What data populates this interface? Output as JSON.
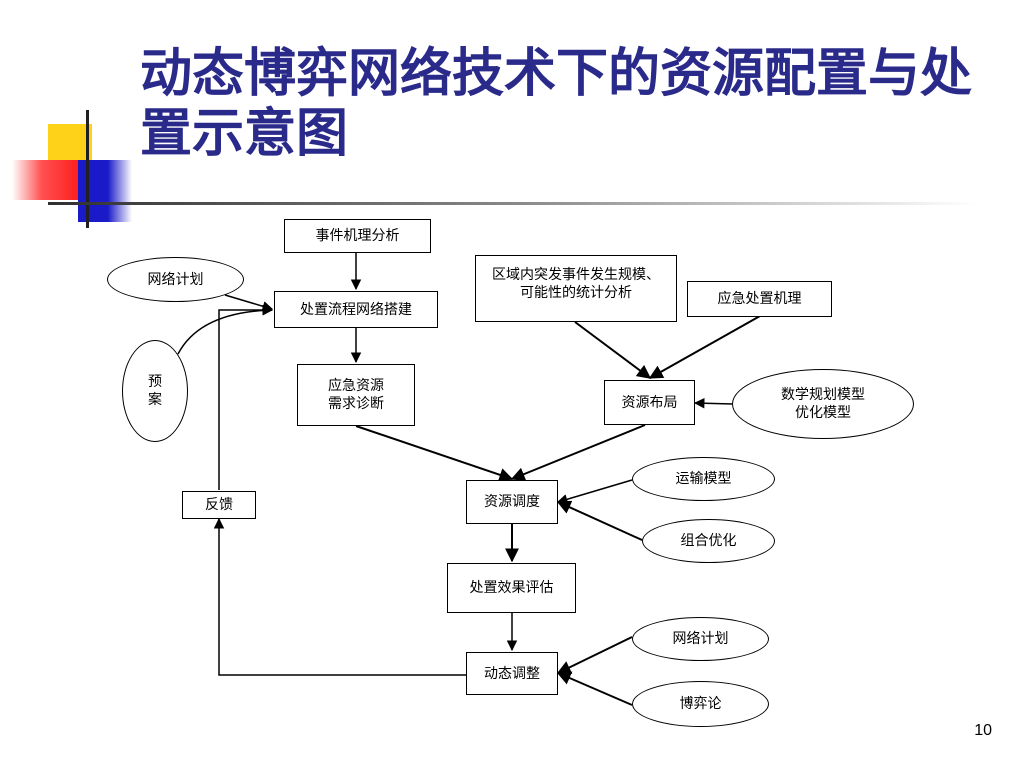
{
  "slide": {
    "title": "动态博弈网络技术下的资源配置与处置示意图",
    "page_number": "10"
  },
  "diagram": {
    "boxes": {
      "event_analysis": "事件机理分析",
      "process_network": "处置流程网络搭建",
      "emergency_resource_diagnosis": "应急资源\n需求诊断",
      "regional_statistics": "区域内突发事件发生规模、\n可能性的统计分析",
      "emergency_mechanism": "应急处置机理",
      "resource_layout": "资源布局",
      "resource_dispatch": "资源调度",
      "effect_evaluation": "处置效果评估",
      "dynamic_adjustment": "动态调整",
      "feedback": "反馈"
    },
    "ellipses": {
      "network_plan_top": "网络计划",
      "plan": "预\n案",
      "math_model": "数学规划模型\n优化模型",
      "transport_model": "运输模型",
      "combinatorial_optimization": "组合优化",
      "network_plan_bottom": "网络计划",
      "game_theory": "博弈论"
    }
  },
  "colors": {
    "title": "#2a2a8a",
    "deco_yellow": "#ffd700",
    "deco_blue": "#2020c0",
    "deco_red": "#ff3030"
  }
}
